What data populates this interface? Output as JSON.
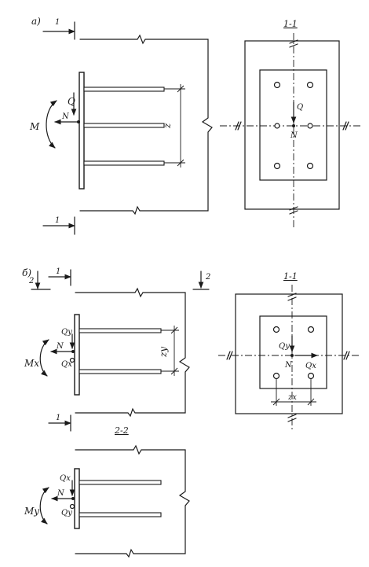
{
  "labels": {
    "part_a": "a)",
    "part_b": "б)",
    "sec_1_1_a": "1-1",
    "sec_1_1_b": "1-1",
    "sec_2_2": "2-2",
    "cut_1": "1",
    "cut_2": "2",
    "M": "M",
    "Mx": "Mx",
    "My": "My",
    "N": "N",
    "Q": "Q",
    "Qx": "Qx",
    "Qy": "Qy",
    "z": "z",
    "zy": "zy",
    "zx": "zx"
  }
}
